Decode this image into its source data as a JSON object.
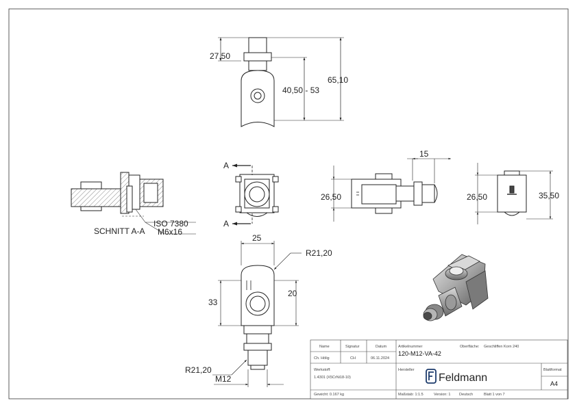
{
  "dimensions": {
    "top_27": "27,50",
    "top_40": "40,50 - 53",
    "top_65": "65,10",
    "a_mark": "A",
    "iso": "ISO 7380",
    "screw": "M6x16",
    "section": "SCHNITT A-A",
    "width_15": "15",
    "height_26_a": "26,50",
    "height_26_b": "26,50",
    "height_35": "35,50",
    "width_25": "25",
    "radius_top": "R21,20",
    "height_33": "33",
    "height_20": "20",
    "radius_bottom": "R21,20",
    "thread": "M12"
  },
  "title_block": {
    "hdr_name": "Name",
    "hdr_signatur": "Signatur",
    "hdr_datum": "Datum",
    "name": "Ch. Hölig",
    "signatur": "CH",
    "datum": "06.11.2024",
    "artikel_label": "Artikelnummer",
    "artikel": "120-M12-VA-42",
    "oberflaeche_label": "Oberfläche:",
    "oberflaeche": "Geschliffen Korn 240",
    "werkstoff_label": "Werkstoff:",
    "werkstoff": "1.4301 (X5CrNi18-10)",
    "hersteller_label": "Hersteller",
    "logo_text": "Feldmann",
    "blattformat_label": "Blattformat",
    "blattformat": "A4",
    "gewicht": "Gewicht: 0.167 kg",
    "massstab": "Maßstab: 1:1.5",
    "version": "Version: 1",
    "sprache": "Deutsch",
    "blatt": "Blatt 1 von 7"
  }
}
